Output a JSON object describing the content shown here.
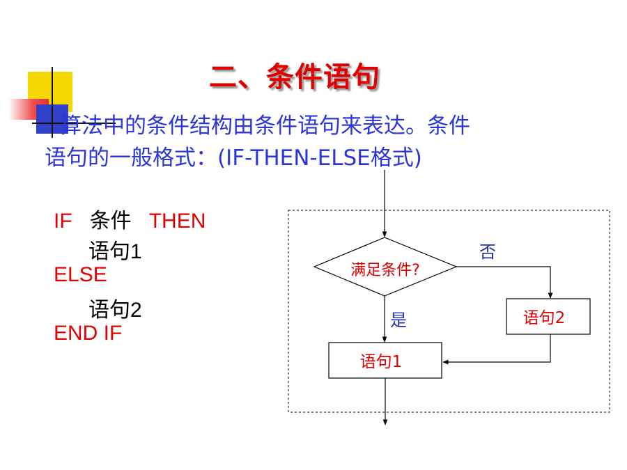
{
  "title": "二、条件语句",
  "intro": {
    "line1": "算法中的条件结构由条件语句来表达。条件",
    "line2": "语句的一般格式：(IF-THEN-ELSE格式)"
  },
  "code": {
    "if_kw": "IF",
    "condition": "条件",
    "then_kw": "THEN",
    "stmt1": "语句1",
    "else_kw": "ELSE",
    "stmt2": "语句2",
    "endif_kw": "END IF"
  },
  "flowchart": {
    "decision": "满足条件?",
    "no_label": "否",
    "yes_label": "是",
    "box_stmt1": "语句1",
    "box_stmt2": "语句2"
  },
  "colors": {
    "title": "#e00000",
    "intro_text": "#2a36d8",
    "keyword": "#e00000",
    "branch_label": "#1a2fb0",
    "node_text": "#e00000"
  }
}
